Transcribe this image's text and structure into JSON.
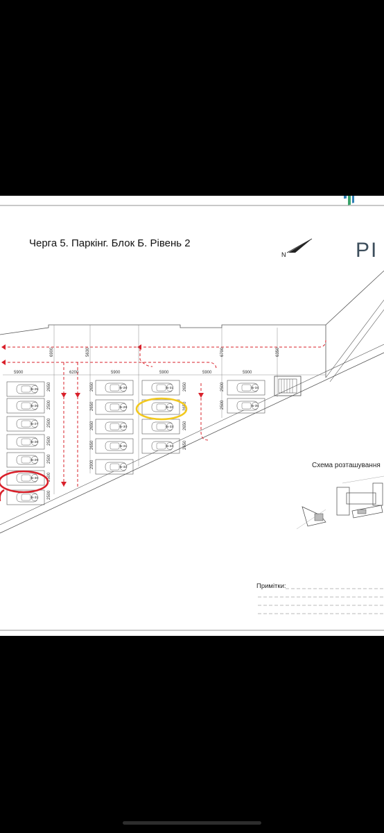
{
  "drawing": {
    "title": "Черга 5. Паркінг. Блок Б. Рівень 2",
    "north_label": "N",
    "logo_text": "PI",
    "scheme_label": "Схема розташування",
    "notes_label": "Примітки:",
    "dimensions_top": [
      "5900",
      "6200",
      "5900",
      "5900",
      "5900",
      "5900"
    ],
    "dimensions_vertical_left": [
      "2650",
      "2500",
      "2500",
      "2500",
      "2500",
      "2500",
      "2500"
    ],
    "dimensions_vertical_mid": [
      "2650",
      "2650",
      "2650",
      "2650",
      "2900"
    ],
    "dimensions_vertical_right": [
      "2650",
      "2650",
      "2650",
      "2650"
    ],
    "dimensions_small": [
      "2500",
      "2500"
    ],
    "dimensions_drive": [
      "6900",
      "5630",
      "6700",
      "6350"
    ],
    "spot_labels": [
      "Б-25",
      "Б-26",
      "Б-27",
      "Б-28",
      "Б-29",
      "Б-30",
      "Б-31",
      "Б-32",
      "Б-33",
      "Б-34",
      "Б-35",
      "Б-36"
    ],
    "highlight_colors": {
      "red": "#d9202a",
      "yellow": "#f2c81d"
    }
  },
  "colors": {
    "route": "#d9202a",
    "line": "#555555",
    "accent": "#3aa36b"
  }
}
